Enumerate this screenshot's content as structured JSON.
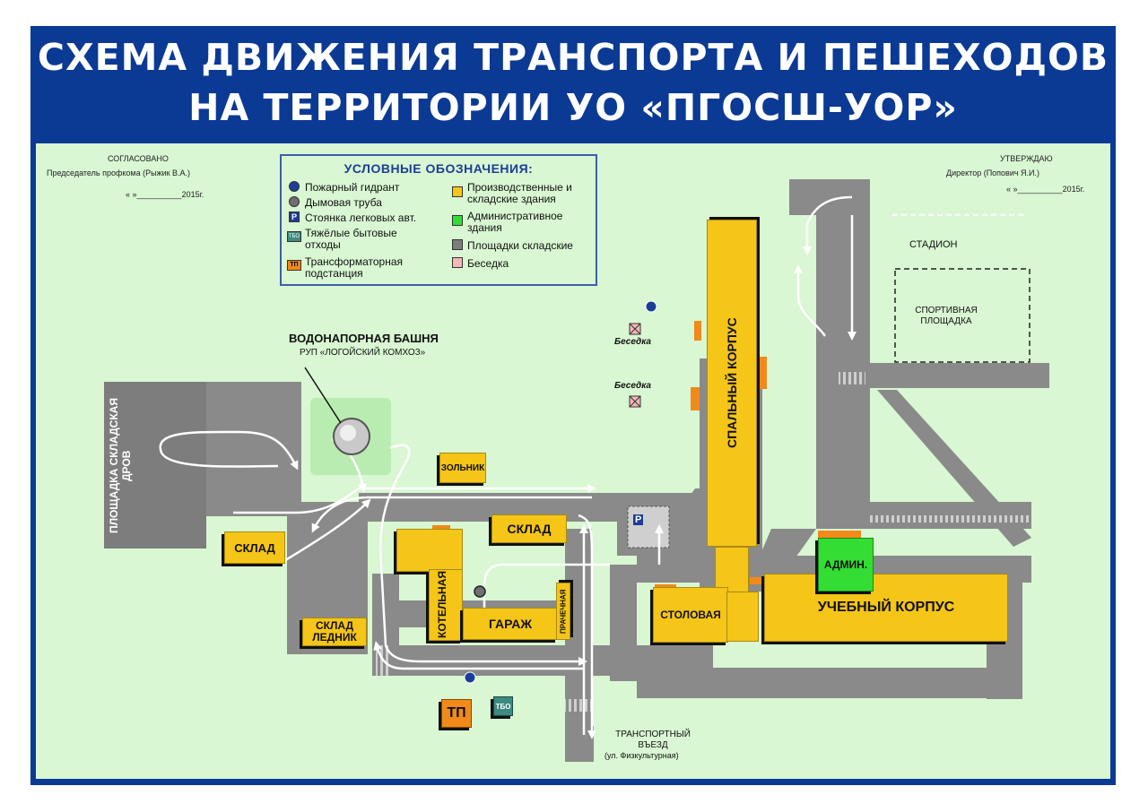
{
  "title": {
    "line1": "СХЕМА ДВИЖЕНИЯ  ТРАНСПОРТА  И  ПЕШЕХОДОВ",
    "line2": "НА  ТЕРРИТОРИИ  УО «ПГОСШ-УОР»"
  },
  "approval_left": {
    "heading": "СОГЛАСОВАНО",
    "person": "Председатель профкома    (Рыжик В.А.)",
    "date": "«   »__________2015г."
  },
  "approval_right": {
    "heading": "УТВЕРЖДАЮ",
    "person": "Директор                         (Попович Я.И.)",
    "date": "«   »__________2015г."
  },
  "legend": {
    "title": "УСЛОВНЫЕ ОБОЗНАЧЕНИЯ:",
    "hydrant": "Пожарный гидрант",
    "chimney": "Дымовая труба",
    "parking": "Стоянка легковых авт.",
    "waste": "Тяжёлые бытовые отходы",
    "transformer": "Трансформаторная подстанция",
    "production": "Производственные и складские здания",
    "admin": "Административное здания",
    "storage_areas": "Площадки складские",
    "gazebo": "Беседка",
    "parking_symbol": "P",
    "waste_symbol": "ТБО",
    "transformer_symbol": "ТП"
  },
  "labels": {
    "water_tower": "ВОДОНАПОРНАЯ БАШНЯ",
    "water_tower_owner": "РУП «ЛОГОЙСКИЙ КОМХОЗ»",
    "wood_storage": "ПЛОЩАДКА СКЛАДСКАЯ ДРОВ",
    "warehouse_left": "СКЛАД",
    "warehouse_center": "СКЛАД",
    "warehouse_glacier": "СКЛАД ЛЕДНИК",
    "ash_house": "ЗОЛЬНИК",
    "boiler": "КОТЕЛЬНАЯ",
    "garage": "ГАРАЖ",
    "laundry": "ПРАЧЕЧНАЯ",
    "dormitory": "СПАЛЬНЫЙ КОРПУС",
    "canteen": "СТОЛОВАЯ",
    "admin": "АДМИН.",
    "education": "УЧЕБНЫЙ КОРПУС",
    "stadium": "СТАДИОН",
    "sports_ground": "СПОРТИВНАЯ ПЛОЩАДКА",
    "gazebo_1": "Беседка",
    "gazebo_2": "Беседка",
    "entrance": "ТРАНСПОРТНЫЙ ВЪЕЗД",
    "entrance_street": "(ул. Физкультурная)",
    "tp": "ТП",
    "tbo": "ТБО",
    "parking": "P"
  },
  "colors": {
    "frame": "#0b3a94",
    "map_bg": "#d9f7d2",
    "road": "#8a8a8a",
    "storage": "#7d7d7d",
    "production": "#f5c518",
    "admin": "#33dd33",
    "transformer": "#f08a1a",
    "waste": "#3d8a80"
  }
}
